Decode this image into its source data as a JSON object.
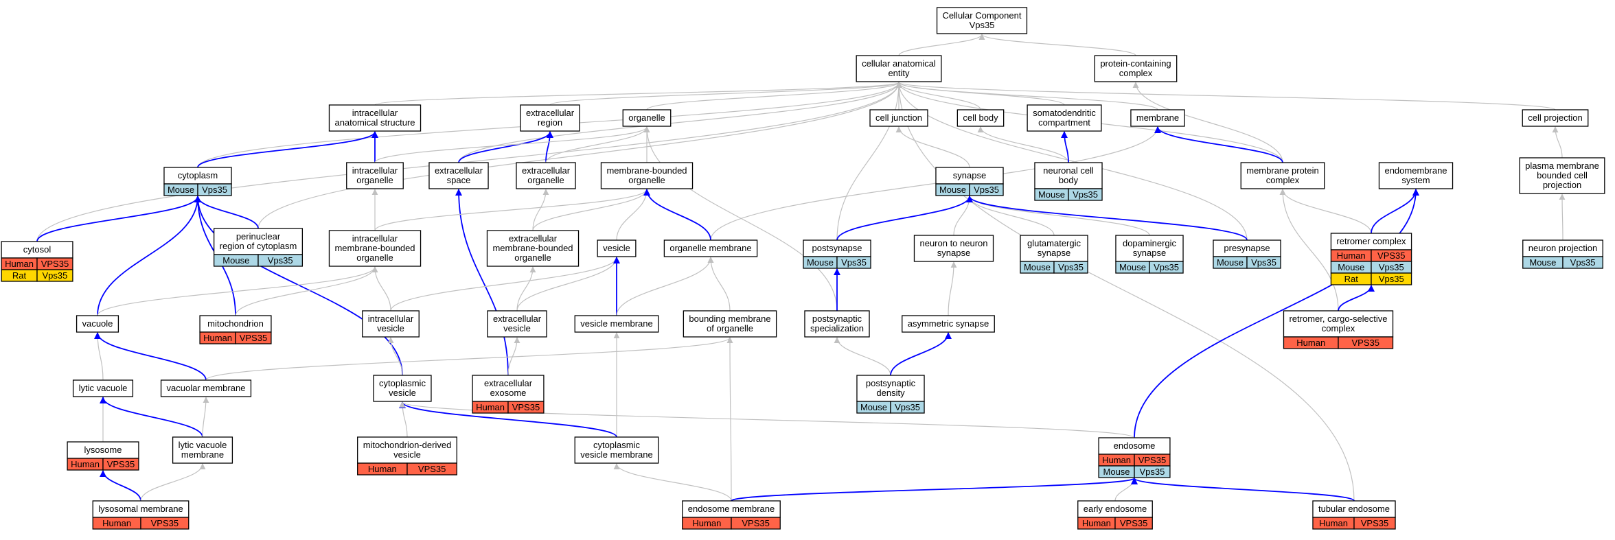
{
  "colors": {
    "edge_gray": "#c0c0c0",
    "edge_blue": "#0000ff",
    "human": "#ff6347",
    "mouse": "#add8e6",
    "rat": "#ffd700",
    "box_border": "#000000",
    "background": "#ffffff"
  },
  "nodes": [
    {
      "id": "root",
      "lines": [
        "Cellular Component",
        "Vps35"
      ],
      "ann": []
    },
    {
      "id": "cae",
      "lines": [
        "cellular anatomical",
        "entity"
      ],
      "ann": []
    },
    {
      "id": "pcc",
      "lines": [
        "protein-containing",
        "complex"
      ],
      "ann": []
    },
    {
      "id": "ias",
      "lines": [
        "intracellular",
        "anatomical structure"
      ],
      "ann": []
    },
    {
      "id": "excreg",
      "lines": [
        "extracellular",
        "region"
      ],
      "ann": []
    },
    {
      "id": "organelle",
      "lines": [
        "organelle"
      ],
      "ann": []
    },
    {
      "id": "celljunction",
      "lines": [
        "cell junction"
      ],
      "ann": []
    },
    {
      "id": "cellbody",
      "lines": [
        "cell body"
      ],
      "ann": []
    },
    {
      "id": "somato",
      "lines": [
        "somatodendritic",
        "compartment"
      ],
      "ann": []
    },
    {
      "id": "membrane",
      "lines": [
        "membrane"
      ],
      "ann": []
    },
    {
      "id": "cellproj",
      "lines": [
        "cell projection"
      ],
      "ann": []
    },
    {
      "id": "cytoplasm",
      "lines": [
        "cytoplasm"
      ],
      "ann": [
        [
          "Mouse",
          "Vps35"
        ]
      ]
    },
    {
      "id": "intorg",
      "lines": [
        "intracellular",
        "organelle"
      ],
      "ann": []
    },
    {
      "id": "excspace",
      "lines": [
        "extracellular",
        "space"
      ],
      "ann": []
    },
    {
      "id": "excorg",
      "lines": [
        "extracellular",
        "organelle"
      ],
      "ann": []
    },
    {
      "id": "mbo",
      "lines": [
        "membrane-bounded",
        "organelle"
      ],
      "ann": []
    },
    {
      "id": "synapse",
      "lines": [
        "synapse"
      ],
      "ann": [
        [
          "Mouse",
          "Vps35"
        ]
      ]
    },
    {
      "id": "ncb",
      "lines": [
        "neuronal cell",
        "body"
      ],
      "ann": [
        [
          "Mouse",
          "Vps35"
        ]
      ]
    },
    {
      "id": "mpc",
      "lines": [
        "membrane protein",
        "complex"
      ],
      "ann": []
    },
    {
      "id": "endomem",
      "lines": [
        "endomembrane",
        "system"
      ],
      "ann": []
    },
    {
      "id": "pmbcp",
      "lines": [
        "plasma membrane",
        "bounded cell",
        "projection"
      ],
      "ann": []
    },
    {
      "id": "cytosol",
      "lines": [
        "cytosol"
      ],
      "ann": [
        [
          "Human",
          "VPS35"
        ],
        [
          "Rat",
          "Vps35"
        ]
      ]
    },
    {
      "id": "perinuc",
      "lines": [
        "perinuclear",
        "region of cytoplasm"
      ],
      "ann": [
        [
          "Mouse",
          "Vps35"
        ]
      ]
    },
    {
      "id": "imbo",
      "lines": [
        "intracellular",
        "membrane-bounded",
        "organelle"
      ],
      "ann": []
    },
    {
      "id": "embo",
      "lines": [
        "extracellular",
        "membrane-bounded",
        "organelle"
      ],
      "ann": []
    },
    {
      "id": "vesicle",
      "lines": [
        "vesicle"
      ],
      "ann": []
    },
    {
      "id": "orgmem",
      "lines": [
        "organelle membrane"
      ],
      "ann": []
    },
    {
      "id": "postsyn",
      "lines": [
        "postsynapse"
      ],
      "ann": [
        [
          "Mouse",
          "Vps35"
        ]
      ]
    },
    {
      "id": "n2n",
      "lines": [
        "neuron to neuron",
        "synapse"
      ],
      "ann": []
    },
    {
      "id": "glut",
      "lines": [
        "glutamatergic",
        "synapse"
      ],
      "ann": [
        [
          "Mouse",
          "Vps35"
        ]
      ]
    },
    {
      "id": "dopa",
      "lines": [
        "dopaminergic",
        "synapse"
      ],
      "ann": [
        [
          "Mouse",
          "Vps35"
        ]
      ]
    },
    {
      "id": "presyn",
      "lines": [
        "presynapse"
      ],
      "ann": [
        [
          "Mouse",
          "Vps35"
        ]
      ]
    },
    {
      "id": "retromer",
      "lines": [
        "retromer complex"
      ],
      "ann": [
        [
          "Human",
          "VPS35"
        ],
        [
          "Mouse",
          "Vps35"
        ],
        [
          "Rat",
          "Vps35"
        ]
      ]
    },
    {
      "id": "neuronproj",
      "lines": [
        "neuron projection"
      ],
      "ann": [
        [
          "Mouse",
          "Vps35"
        ]
      ]
    },
    {
      "id": "vacuole",
      "lines": [
        "vacuole"
      ],
      "ann": []
    },
    {
      "id": "mito",
      "lines": [
        "mitochondrion"
      ],
      "ann": [
        [
          "Human",
          "VPS35"
        ]
      ]
    },
    {
      "id": "intves",
      "lines": [
        "intracellular",
        "vesicle"
      ],
      "ann": []
    },
    {
      "id": "excves",
      "lines": [
        "extracellular",
        "vesicle"
      ],
      "ann": []
    },
    {
      "id": "vesmem",
      "lines": [
        "vesicle membrane"
      ],
      "ann": []
    },
    {
      "id": "bmo",
      "lines": [
        "bounding membrane",
        "of organelle"
      ],
      "ann": []
    },
    {
      "id": "postspec",
      "lines": [
        "postsynaptic",
        "specialization"
      ],
      "ann": []
    },
    {
      "id": "asym",
      "lines": [
        "asymmetric synapse"
      ],
      "ann": []
    },
    {
      "id": "rcsc",
      "lines": [
        "retromer, cargo-selective",
        "complex"
      ],
      "ann": [
        [
          "Human",
          "VPS35"
        ]
      ]
    },
    {
      "id": "lytvac",
      "lines": [
        "lytic vacuole"
      ],
      "ann": []
    },
    {
      "id": "vacmem",
      "lines": [
        "vacuolar membrane"
      ],
      "ann": []
    },
    {
      "id": "cytves",
      "lines": [
        "cytoplasmic",
        "vesicle"
      ],
      "ann": []
    },
    {
      "id": "exosome",
      "lines": [
        "extracellular",
        "exosome"
      ],
      "ann": [
        [
          "Human",
          "VPS35"
        ]
      ]
    },
    {
      "id": "psd",
      "lines": [
        "postsynaptic",
        "density"
      ],
      "ann": [
        [
          "Mouse",
          "Vps35"
        ]
      ]
    },
    {
      "id": "lysosome",
      "lines": [
        "lysosome"
      ],
      "ann": [
        [
          "Human",
          "VPS35"
        ]
      ]
    },
    {
      "id": "lvm",
      "lines": [
        "lytic vacuole",
        "membrane"
      ],
      "ann": []
    },
    {
      "id": "mdv",
      "lines": [
        "mitochondrion-derived",
        "vesicle"
      ],
      "ann": [
        [
          "Human",
          "VPS35"
        ]
      ]
    },
    {
      "id": "cvm",
      "lines": [
        "cytoplasmic",
        "vesicle membrane"
      ],
      "ann": []
    },
    {
      "id": "endosome",
      "lines": [
        "endosome"
      ],
      "ann": [
        [
          "Human",
          "VPS35"
        ],
        [
          "Mouse",
          "Vps35"
        ]
      ]
    },
    {
      "id": "lysmem",
      "lines": [
        "lysosomal membrane"
      ],
      "ann": [
        [
          "Human",
          "VPS35"
        ]
      ]
    },
    {
      "id": "endomemb",
      "lines": [
        "endosome membrane"
      ],
      "ann": [
        [
          "Human",
          "VPS35"
        ]
      ]
    },
    {
      "id": "early",
      "lines": [
        "early endosome"
      ],
      "ann": [
        [
          "Human",
          "VPS35"
        ]
      ]
    },
    {
      "id": "tubular",
      "lines": [
        "tubular endosome"
      ],
      "ann": [
        [
          "Human",
          "VPS35"
        ]
      ]
    }
  ],
  "edges": [
    {
      "from": "cae",
      "to": "root",
      "type": "gray"
    },
    {
      "from": "pcc",
      "to": "root",
      "type": "gray"
    },
    {
      "from": "ias",
      "to": "cae",
      "type": "gray"
    },
    {
      "from": "excreg",
      "to": "cae",
      "type": "gray"
    },
    {
      "from": "organelle",
      "to": "cae",
      "type": "gray"
    },
    {
      "from": "celljunction",
      "to": "cae",
      "type": "gray"
    },
    {
      "from": "cellbody",
      "to": "cae",
      "type": "gray"
    },
    {
      "from": "somato",
      "to": "cae",
      "type": "gray"
    },
    {
      "from": "membrane",
      "to": "cae",
      "type": "gray"
    },
    {
      "from": "cellproj",
      "to": "cae",
      "type": "gray"
    },
    {
      "from": "cytoplasm",
      "to": "cae",
      "type": "gray"
    },
    {
      "from": "cytosol",
      "to": "cae",
      "type": "gray"
    },
    {
      "from": "perinuc",
      "to": "cae",
      "type": "gray"
    },
    {
      "from": "excspace",
      "to": "cae",
      "type": "gray"
    },
    {
      "from": "postsyn",
      "to": "cae",
      "type": "gray"
    },
    {
      "from": "mpc",
      "to": "cae",
      "type": "gray"
    },
    {
      "from": "presyn",
      "to": "cae",
      "type": "gray"
    },
    {
      "from": "tubular",
      "to": "cae",
      "type": "gray"
    },
    {
      "from": "mpc",
      "to": "pcc",
      "type": "gray"
    },
    {
      "from": "cytoplasm",
      "to": "ias",
      "type": "blue"
    },
    {
      "from": "intorg",
      "to": "ias",
      "type": "blue"
    },
    {
      "from": "excspace",
      "to": "excreg",
      "type": "blue"
    },
    {
      "from": "excorg",
      "to": "excreg",
      "type": "blue"
    },
    {
      "from": "intorg",
      "to": "organelle",
      "type": "gray"
    },
    {
      "from": "excorg",
      "to": "organelle",
      "type": "gray"
    },
    {
      "from": "mbo",
      "to": "organelle",
      "type": "gray"
    },
    {
      "from": "postspec",
      "to": "organelle",
      "type": "gray"
    },
    {
      "from": "synapse",
      "to": "celljunction",
      "type": "gray"
    },
    {
      "from": "ncb",
      "to": "cellbody",
      "type": "gray"
    },
    {
      "from": "ncb",
      "to": "somato",
      "type": "blue"
    },
    {
      "from": "orgmem",
      "to": "membrane",
      "type": "gray"
    },
    {
      "from": "mpc",
      "to": "membrane",
      "type": "blue"
    },
    {
      "from": "pmbcp",
      "to": "cellproj",
      "type": "gray"
    },
    {
      "from": "cytosol",
      "to": "cytoplasm",
      "type": "blue"
    },
    {
      "from": "perinuc",
      "to": "cytoplasm",
      "type": "blue"
    },
    {
      "from": "vacuole",
      "to": "cytoplasm",
      "type": "blue"
    },
    {
      "from": "mito",
      "to": "cytoplasm",
      "type": "blue"
    },
    {
      "from": "cytves",
      "to": "cytoplasm",
      "type": "blue"
    },
    {
      "from": "imbo",
      "to": "intorg",
      "type": "gray"
    },
    {
      "from": "exosome",
      "to": "excspace",
      "type": "blue"
    },
    {
      "from": "embo",
      "to": "excorg",
      "type": "gray"
    },
    {
      "from": "imbo",
      "to": "mbo",
      "type": "gray"
    },
    {
      "from": "embo",
      "to": "mbo",
      "type": "gray"
    },
    {
      "from": "vesicle",
      "to": "mbo",
      "type": "gray"
    },
    {
      "from": "orgmem",
      "to": "mbo",
      "type": "blue"
    },
    {
      "from": "postsyn",
      "to": "synapse",
      "type": "blue"
    },
    {
      "from": "n2n",
      "to": "synapse",
      "type": "gray"
    },
    {
      "from": "glut",
      "to": "synapse",
      "type": "gray"
    },
    {
      "from": "dopa",
      "to": "synapse",
      "type": "gray"
    },
    {
      "from": "presyn",
      "to": "synapse",
      "type": "blue"
    },
    {
      "from": "retromer",
      "to": "mpc",
      "type": "gray"
    },
    {
      "from": "rcsc",
      "to": "mpc",
      "type": "gray"
    },
    {
      "from": "retromer",
      "to": "endomem",
      "type": "blue"
    },
    {
      "from": "endosome",
      "to": "endomem",
      "type": "blue"
    },
    {
      "from": "neuronproj",
      "to": "pmbcp",
      "type": "gray"
    },
    {
      "from": "vacuole",
      "to": "imbo",
      "type": "gray"
    },
    {
      "from": "mito",
      "to": "imbo",
      "type": "gray"
    },
    {
      "from": "intves",
      "to": "imbo",
      "type": "gray"
    },
    {
      "from": "excves",
      "to": "embo",
      "type": "gray"
    },
    {
      "from": "intves",
      "to": "vesicle",
      "type": "gray"
    },
    {
      "from": "excves",
      "to": "vesicle",
      "type": "gray"
    },
    {
      "from": "vesmem",
      "to": "vesicle",
      "type": "blue"
    },
    {
      "from": "vesmem",
      "to": "orgmem",
      "type": "gray"
    },
    {
      "from": "bmo",
      "to": "orgmem",
      "type": "gray"
    },
    {
      "from": "postspec",
      "to": "postsyn",
      "type": "blue"
    },
    {
      "from": "asym",
      "to": "n2n",
      "type": "gray"
    },
    {
      "from": "rcsc",
      "to": "retromer",
      "type": "blue"
    },
    {
      "from": "lytvac",
      "to": "vacuole",
      "type": "gray"
    },
    {
      "from": "vacmem",
      "to": "vacuole",
      "type": "blue"
    },
    {
      "from": "cytves",
      "to": "intves",
      "type": "gray"
    },
    {
      "from": "exosome",
      "to": "excves",
      "type": "gray"
    },
    {
      "from": "cvm",
      "to": "vesmem",
      "type": "gray"
    },
    {
      "from": "vacmem",
      "to": "bmo",
      "type": "gray"
    },
    {
      "from": "endomemb",
      "to": "bmo",
      "type": "gray"
    },
    {
      "from": "psd",
      "to": "postspec",
      "type": "gray"
    },
    {
      "from": "psd",
      "to": "asym",
      "type": "blue"
    },
    {
      "from": "lysosome",
      "to": "lytvac",
      "type": "gray"
    },
    {
      "from": "lvm",
      "to": "lytvac",
      "type": "blue"
    },
    {
      "from": "lvm",
      "to": "vacmem",
      "type": "gray"
    },
    {
      "from": "mdv",
      "to": "cytves",
      "type": "gray"
    },
    {
      "from": "cvm",
      "to": "cytves",
      "type": "blue"
    },
    {
      "from": "endosome",
      "to": "cytves",
      "type": "gray"
    },
    {
      "from": "lysmem",
      "to": "lysosome",
      "type": "blue"
    },
    {
      "from": "lysmem",
      "to": "lvm",
      "type": "gray"
    },
    {
      "from": "endomemb",
      "to": "cvm",
      "type": "gray"
    },
    {
      "from": "endomemb",
      "to": "endosome",
      "type": "blue"
    },
    {
      "from": "early",
      "to": "endosome",
      "type": "gray"
    },
    {
      "from": "tubular",
      "to": "endosome",
      "type": "blue"
    }
  ]
}
